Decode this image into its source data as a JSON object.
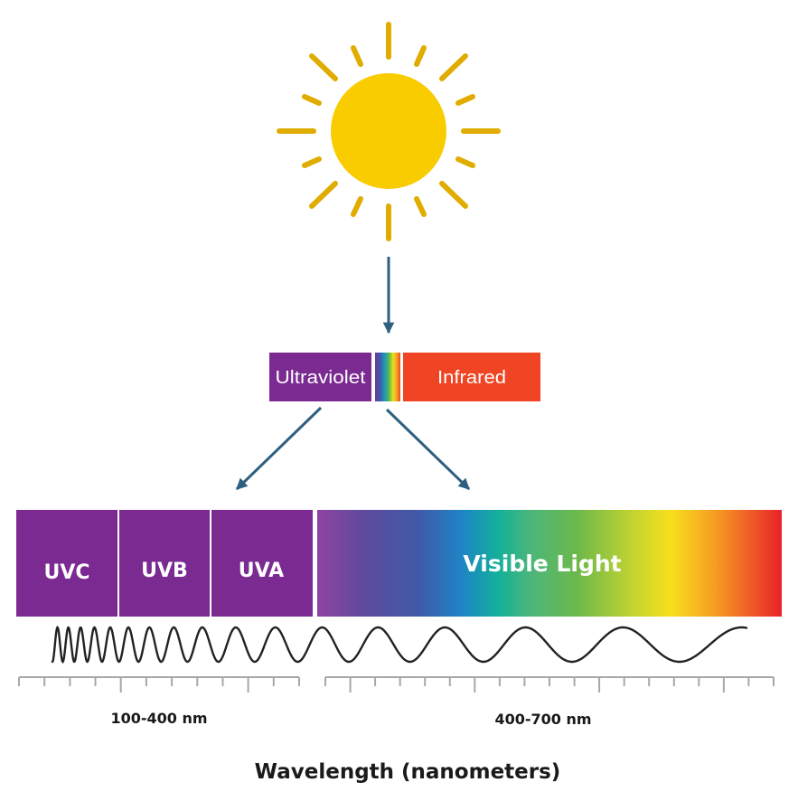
{
  "sun": {
    "icon": "sun-icon",
    "disc_color": "#f9cc00",
    "ray_color": "#e0ac00"
  },
  "arrow_color": "#2e5f80",
  "small_spectrum": {
    "ultraviolet_label": "Ultraviolet",
    "infrared_label": "Infrared",
    "ultraviolet_color": "#7a2a90",
    "infrared_color": "#ef4524"
  },
  "uv_bands": [
    {
      "label": "UVC"
    },
    {
      "label": "UVB"
    },
    {
      "label": "UVA"
    }
  ],
  "uv_color": "#7a2a90",
  "visible": {
    "label": "Visible Light",
    "gradient": [
      "#8e44a0",
      "#4b4a9e",
      "#2f64ae",
      "#1a88c8",
      "#13b09a",
      "#6cb84a",
      "#a8cc38",
      "#f5e01c",
      "#f7a824",
      "#ee6a24",
      "#e8222a"
    ]
  },
  "scales": {
    "uv_range_label": "100-400 nm",
    "visible_range_label": "400-700 nm"
  },
  "axis_title": "Wavelength (nanometers)"
}
